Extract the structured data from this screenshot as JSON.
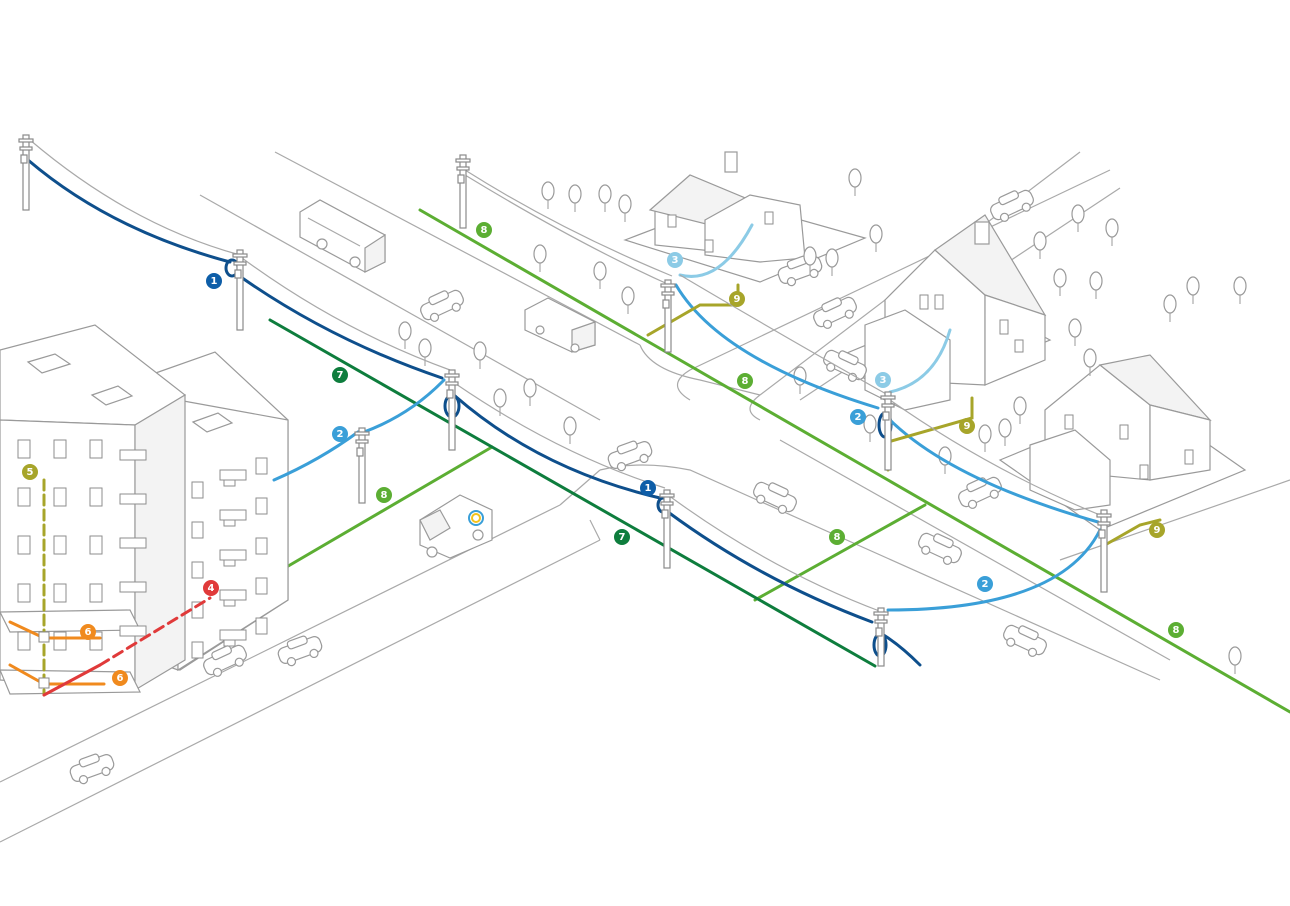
{
  "colors": {
    "cable_1": "#0e4f8c",
    "cable_2": "#3a9fd8",
    "cable_3": "#8ccbe6",
    "cable_4": "#e03a3a",
    "cable_5": "#a7a52a",
    "cable_6": "#f08a1e",
    "cable_7": "#0e7d3d",
    "cable_8": "#5cae33",
    "cable_9": "#a7a52a",
    "outline": "#a9a9a9"
  },
  "badges": [
    {
      "label": "1",
      "color": "#0e5ea8"
    },
    {
      "label": "1",
      "color": "#0e5ea8"
    },
    {
      "label": "2",
      "color": "#3a9fd8"
    },
    {
      "label": "2",
      "color": "#3a9fd8"
    },
    {
      "label": "2",
      "color": "#3a9fd8"
    },
    {
      "label": "3",
      "color": "#8ccbe6"
    },
    {
      "label": "3",
      "color": "#8ccbe6"
    },
    {
      "label": "4",
      "color": "#e03a3a"
    },
    {
      "label": "5",
      "color": "#a7a52a"
    },
    {
      "label": "6",
      "color": "#f08a1e"
    },
    {
      "label": "6",
      "color": "#f08a1e"
    },
    {
      "label": "7",
      "color": "#0e7d3d"
    },
    {
      "label": "7",
      "color": "#0e7d3d"
    },
    {
      "label": "8",
      "color": "#5cae33"
    },
    {
      "label": "8",
      "color": "#5cae33"
    },
    {
      "label": "8",
      "color": "#5cae33"
    },
    {
      "label": "8",
      "color": "#5cae33"
    },
    {
      "label": "8",
      "color": "#5cae33"
    },
    {
      "label": "9",
      "color": "#a7a52a"
    },
    {
      "label": "9",
      "color": "#a7a52a"
    },
    {
      "label": "9",
      "color": "#a7a52a"
    }
  ]
}
